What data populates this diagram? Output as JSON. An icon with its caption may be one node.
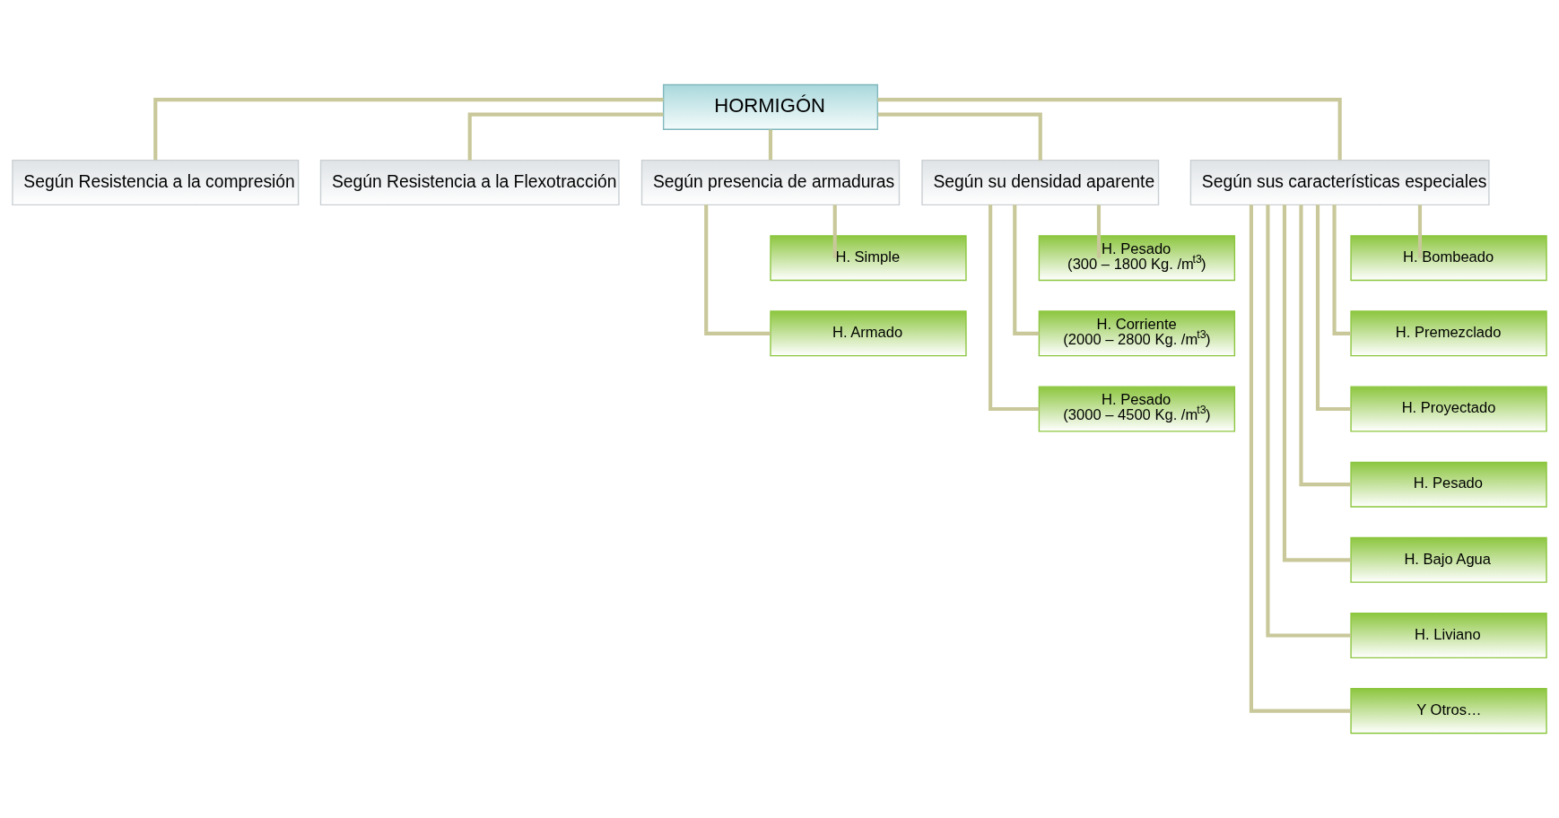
{
  "diagram": {
    "nodes": [
      {
        "text": [
          "HORMIGÓN"
        ]
      },
      {
        "text": [
          "Según Resistencia a la compresión"
        ]
      },
      {
        "text": [
          "Según Resistencia a la Flexotracción"
        ]
      },
      {
        "text": [
          "Según presencia de armaduras"
        ]
      },
      {
        "text": [
          "Según su densidad aparente"
        ]
      },
      {
        "text": [
          "Según sus características especiales"
        ]
      },
      {
        "text": [
          "H. Simple"
        ]
      },
      {
        "text": [
          "H. Armado"
        ]
      },
      {
        "text": [
          "H. Pesado",
          "(300 – 1800 Kg. /m$^{t3}$)"
        ]
      },
      {
        "text": [
          "H. Corriente",
          "(2000 – 2800 Kg. /m$^{t3}$)"
        ]
      },
      {
        "text": [
          "H. Pesado",
          "(3000 – 4500 Kg. /m$^{t3}$)"
        ]
      },
      {
        "text": [
          "H. Bombeado"
        ]
      },
      {
        "text": [
          "H. Premezclado"
        ]
      },
      {
        "text": [
          "H. Proyectado"
        ]
      },
      {
        "text": [
          "H. Pesado"
        ]
      },
      {
        "text": [
          "H. Bajo Agua"
        ]
      },
      {
        "text": [
          "H. Liviano"
        ]
      },
      {
        "text": [
          "Y Otros…"
        ]
      }
    ],
    "edges": [
      {
        "from": 0,
        "to": 1,
        "arrow": "none"
      },
      {
        "from": 0,
        "to": 2,
        "arrow": "none"
      },
      {
        "from": 0,
        "to": 3,
        "arrow": "none"
      },
      {
        "from": 0,
        "to": 4,
        "arrow": "none"
      },
      {
        "from": 0,
        "to": 5,
        "arrow": "none"
      },
      {
        "from": 3,
        "to": 6,
        "arrow": "none"
      },
      {
        "from": 3,
        "to": 7,
        "arrow": "none"
      },
      {
        "from": 4,
        "to": 8,
        "arrow": "none"
      },
      {
        "from": 4,
        "to": 9,
        "arrow": "none"
      },
      {
        "from": 4,
        "to": 10,
        "arrow": "none"
      },
      {
        "from": 5,
        "to": 11,
        "arrow": "none"
      },
      {
        "from": 5,
        "to": 12,
        "arrow": "none"
      },
      {
        "from": 5,
        "to": 13,
        "arrow": "none"
      },
      {
        "from": 5,
        "to": 14,
        "arrow": "none"
      },
      {
        "from": 5,
        "to": 15,
        "arrow": "none"
      },
      {
        "from": 5,
        "to": 16,
        "arrow": "none"
      },
      {
        "from": 5,
        "to": 17,
        "arrow": "none"
      }
    ]
  }
}
